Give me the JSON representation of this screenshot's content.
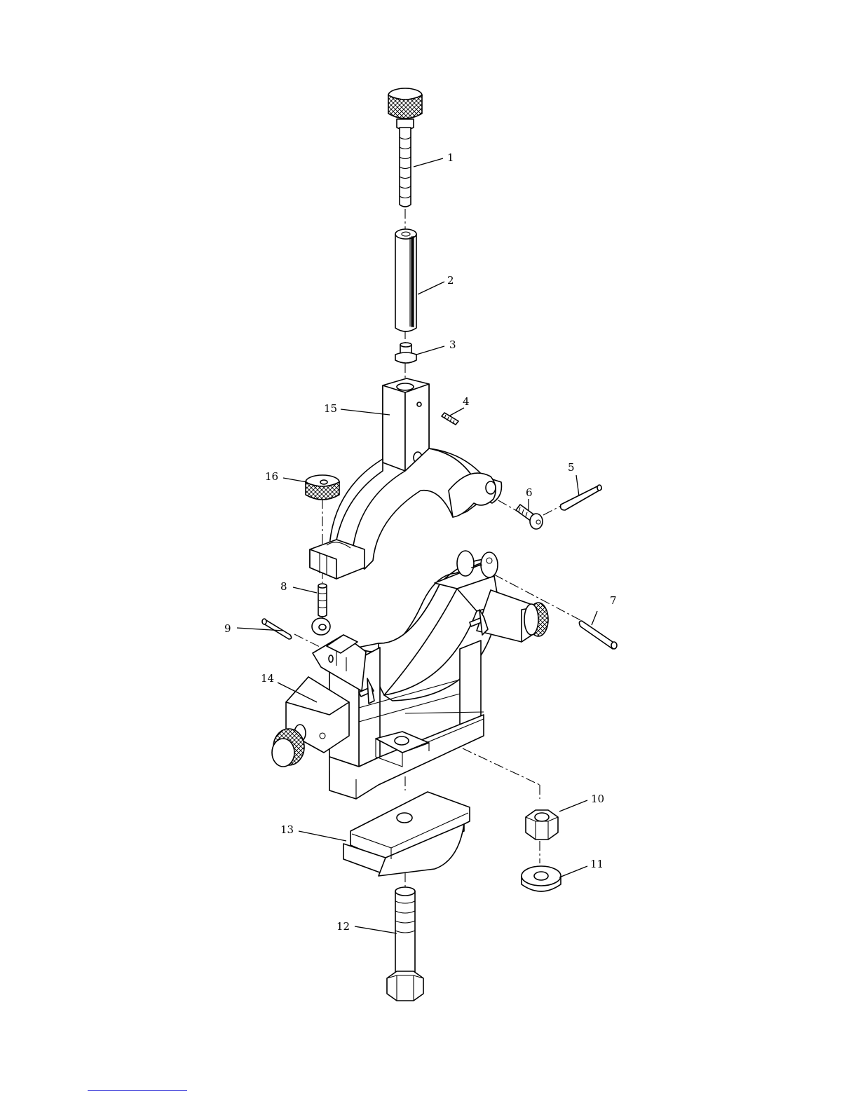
{
  "figure": {
    "callouts": [
      {
        "id": "1",
        "label": "1"
      },
      {
        "id": "2",
        "label": "2"
      },
      {
        "id": "3",
        "label": "3"
      },
      {
        "id": "4",
        "label": "4"
      },
      {
        "id": "5",
        "label": "5"
      },
      {
        "id": "6",
        "label": "6"
      },
      {
        "id": "7",
        "label": "7"
      },
      {
        "id": "8",
        "label": "8"
      },
      {
        "id": "9",
        "label": "9"
      },
      {
        "id": "10",
        "label": "10"
      },
      {
        "id": "11",
        "label": "11"
      },
      {
        "id": "12",
        "label": "12"
      },
      {
        "id": "13",
        "label": "13"
      },
      {
        "id": "14",
        "label": "14"
      },
      {
        "id": "15",
        "label": "15"
      },
      {
        "id": "16",
        "label": "16"
      }
    ]
  },
  "colors": {
    "line": "#000000",
    "background": "#ffffff",
    "footer_rule": "#2b2bd6"
  }
}
